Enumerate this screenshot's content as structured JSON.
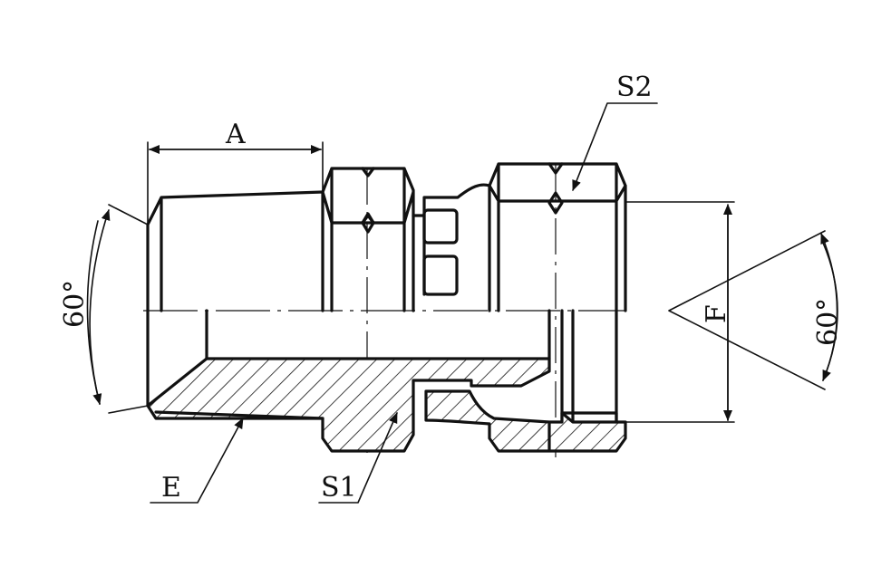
{
  "labels": {
    "A": "A",
    "E": "E",
    "F": "F",
    "S1": "S1",
    "S2": "S2",
    "angle_left": "60°",
    "angle_right": "60°"
  }
}
